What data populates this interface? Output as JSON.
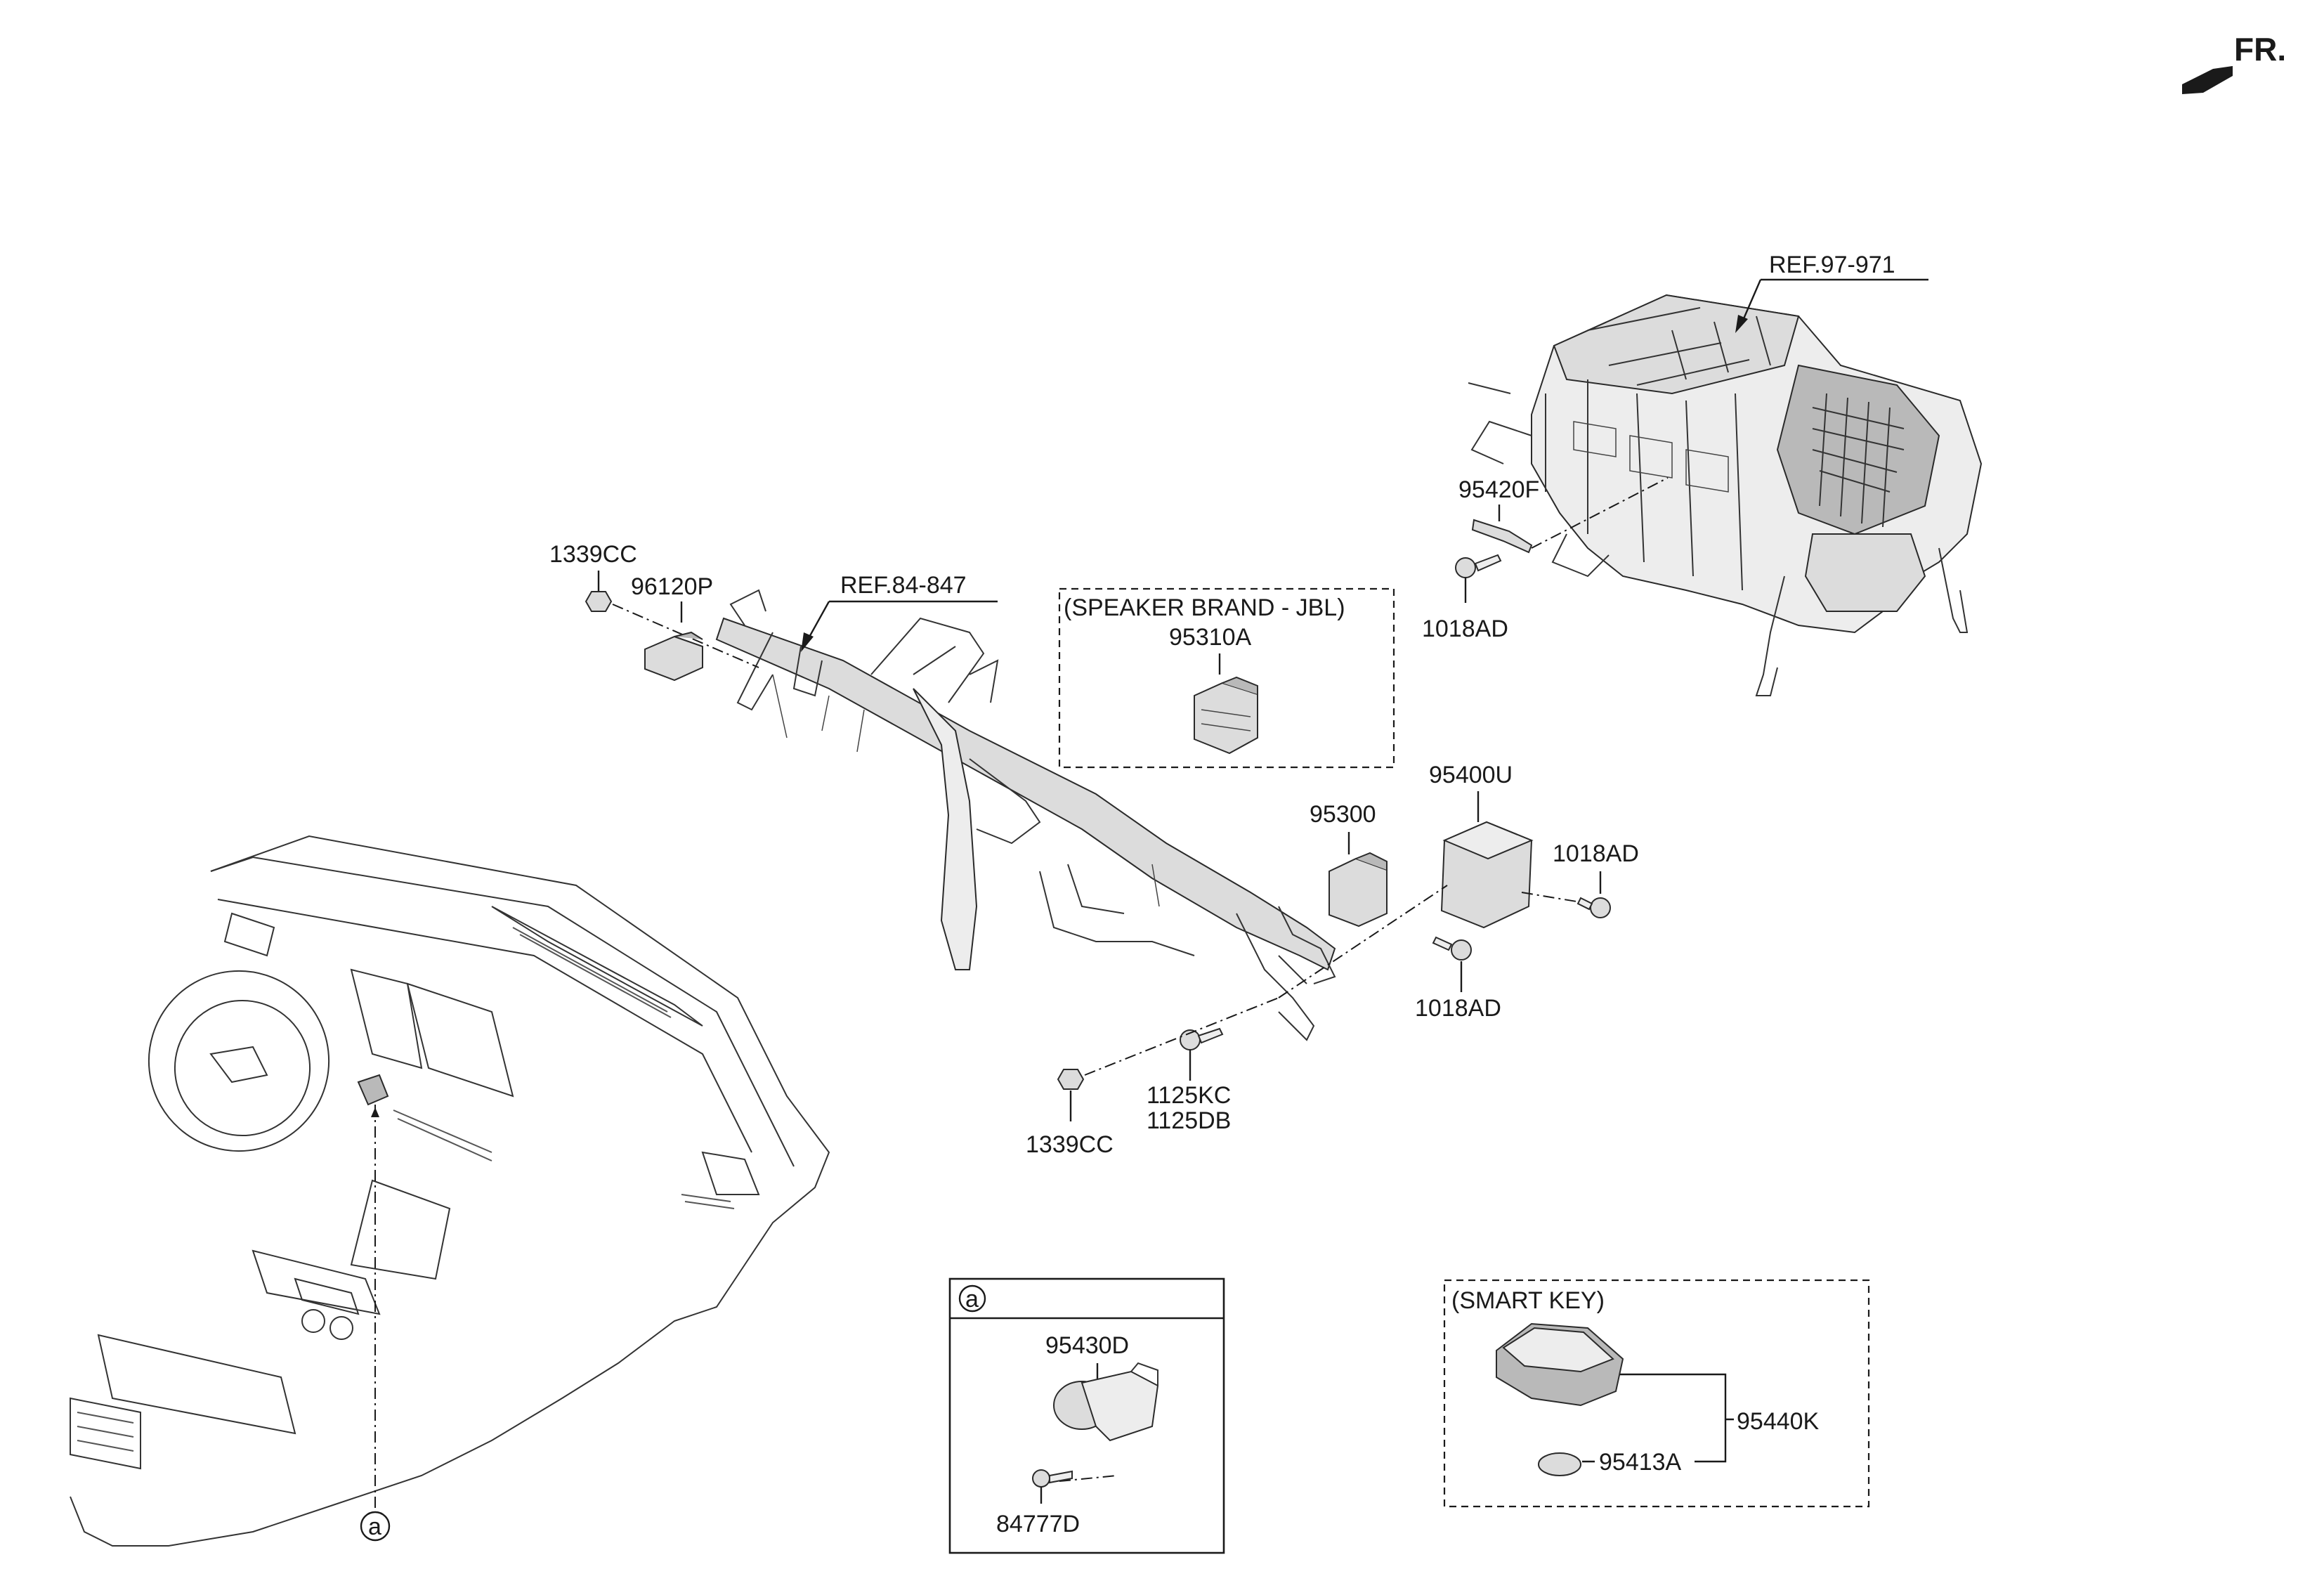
{
  "orientation": {
    "label": "FR."
  },
  "references": {
    "hvac": "REF.97-971",
    "crossbar": "REF.84-847"
  },
  "callouts": {
    "screw_hvac": "95420F",
    "screw_1018AD_top": "1018AD",
    "nut_1339CC_left": "1339CC",
    "sensor_96120P": "96120P",
    "speaker_box_title": "(SPEAKER BRAND - JBL)",
    "amp_95310A": "95310A",
    "module_95400U": "95400U",
    "module_95300": "95300",
    "screw_1018AD_right": "1018AD",
    "screw_1018AD_mid": "1018AD",
    "bolt_1125KC": "1125KC",
    "bolt_1125DB": "1125DB",
    "nut_1339CC_bottom": "1339CC",
    "detail_marker": "a",
    "detail_box_marker": "a",
    "antenna_95430D": "95430D",
    "screw_84777D": "84777D",
    "smart_key_box_title": "(SMART KEY)",
    "key_95440K": "95440K",
    "battery_95413A": "95413A"
  }
}
